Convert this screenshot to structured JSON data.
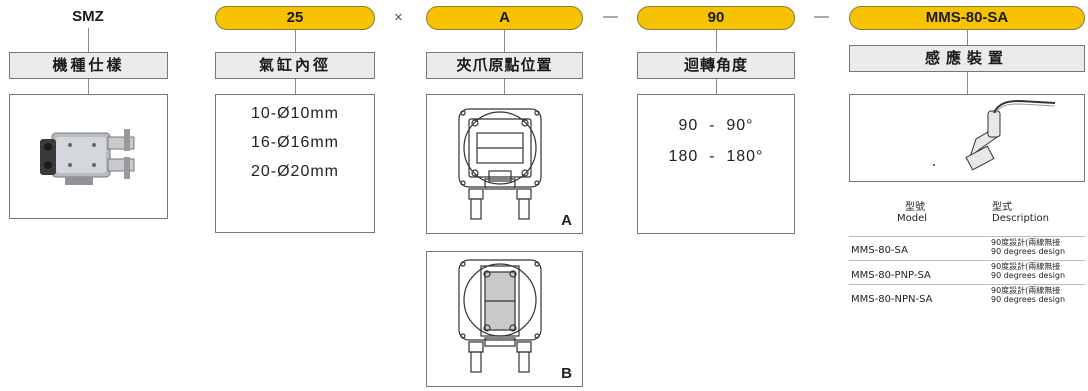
{
  "columns": [
    {
      "header": "SMZ",
      "label": "機種仕樣"
    },
    {
      "header": "25",
      "label": "氣缸內徑",
      "options": [
        "10-Ø10mm",
        "16-Ø16mm",
        "20-Ø20mm"
      ]
    },
    {
      "header": "A",
      "label": "夾爪原點位置",
      "variants": [
        "A",
        "B"
      ]
    },
    {
      "header": "90",
      "label": "迴轉角度",
      "options": [
        "90  -  90°",
        "180  -  180°"
      ]
    },
    {
      "header": "MMS-80-SA",
      "label": "感應裝置",
      "table": {
        "col_model": [
          "型號",
          "Model"
        ],
        "col_desc": [
          "型式",
          "Description"
        ],
        "rows": [
          {
            "model": "MMS-80-SA",
            "desc": [
              "90度設計(兩線無接",
              "90 degrees design"
            ]
          },
          {
            "model": "MMS-80-PNP-SA",
            "desc": [
              "90度設計(兩線無接",
              "90 degrees design"
            ]
          },
          {
            "model": "MMS-80-NPN-SA",
            "desc": [
              "90度設計(兩線無接",
              "90 degrees design"
            ]
          }
        ]
      }
    }
  ],
  "separators": [
    "×",
    "—",
    "—"
  ],
  "colors": {
    "pill": "#f7c200",
    "label_bg": "#ebebeb",
    "border": "#777777"
  },
  "icons": [
    "gripper-product-photo",
    "gripper-diagram-a",
    "gripper-diagram-b",
    "sensor-photo"
  ]
}
